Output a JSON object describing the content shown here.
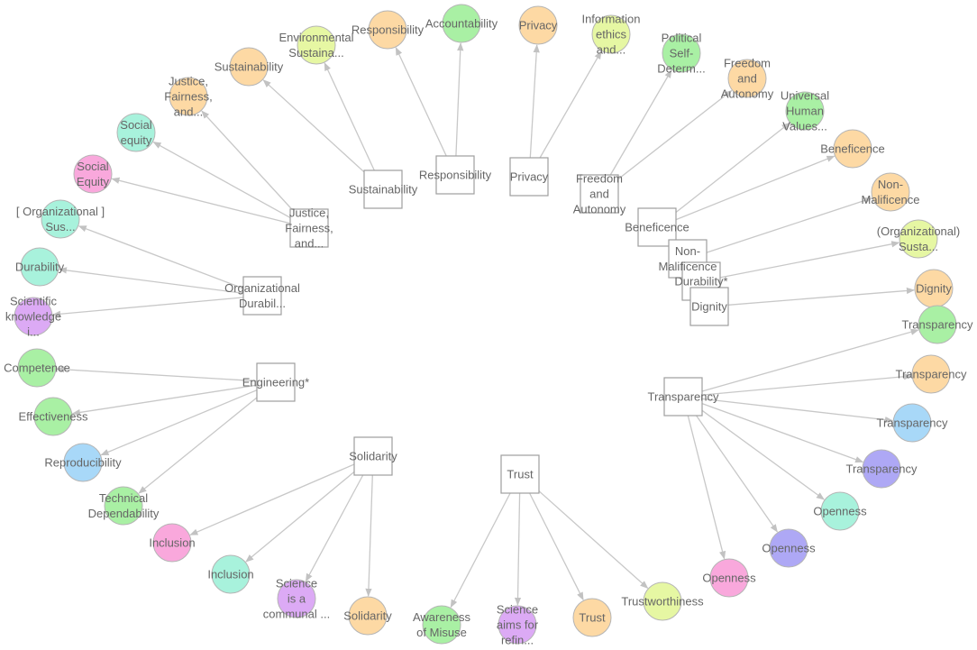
{
  "colors": {
    "orange": "#fdd9a4",
    "green": "#a9f0a4",
    "lime": "#e6f7a3",
    "mint": "#a8f2dc",
    "pink": "#f9a8dc",
    "violet": "#dcaaf5",
    "blue": "#a8d8f8",
    "indigo": "#aea8f5"
  },
  "boxes": [
    {
      "id": "responsibility",
      "label": [
        "Responsibility"
      ]
    },
    {
      "id": "privacy",
      "label": [
        "Privacy"
      ]
    },
    {
      "id": "sustainability",
      "label": [
        "Sustainability"
      ]
    },
    {
      "id": "freedom",
      "label": [
        "Freedom",
        "and",
        "Autonomy"
      ]
    },
    {
      "id": "beneficence",
      "label": [
        "Beneficence"
      ]
    },
    {
      "id": "justice",
      "label": [
        "Justice,",
        "Fairness,",
        "and..."
      ]
    },
    {
      "id": "nonmal",
      "label": [
        "Non-",
        "Malificence"
      ]
    },
    {
      "id": "durability",
      "label": [
        "Durability*"
      ]
    },
    {
      "id": "orgdur",
      "label": [
        "Organizational",
        "Durabil..."
      ]
    },
    {
      "id": "dignity",
      "label": [
        "Dignity"
      ]
    },
    {
      "id": "engineering",
      "label": [
        "Engineering*"
      ]
    },
    {
      "id": "transparency",
      "label": [
        "Transparency"
      ]
    },
    {
      "id": "solidarity",
      "label": [
        "Solidarity"
      ]
    },
    {
      "id": "trust",
      "label": [
        "Trust"
      ]
    }
  ],
  "circles": [
    {
      "id": "c-responsibility",
      "color": "orange",
      "label": [
        "Responsibility"
      ]
    },
    {
      "id": "c-accountability",
      "color": "green",
      "label": [
        "Accountability"
      ]
    },
    {
      "id": "c-privacy",
      "color": "orange",
      "label": [
        "Privacy"
      ]
    },
    {
      "id": "c-infoethics",
      "color": "lime",
      "label": [
        "Information",
        "ethics",
        "and..."
      ]
    },
    {
      "id": "c-political",
      "color": "green",
      "label": [
        "Political",
        "Self-",
        "Determ..."
      ]
    },
    {
      "id": "c-freedom",
      "color": "orange",
      "label": [
        "Freedom",
        "and",
        "Autonomy"
      ]
    },
    {
      "id": "c-universal",
      "color": "green",
      "label": [
        "Universal",
        "Human",
        "Values..."
      ]
    },
    {
      "id": "c-beneficence",
      "color": "orange",
      "label": [
        "Beneficence"
      ]
    },
    {
      "id": "c-nonmal",
      "color": "orange",
      "label": [
        "Non-",
        "Malificence"
      ]
    },
    {
      "id": "c-orgsusta",
      "color": "lime",
      "label": [
        "(Organizational)",
        "Susta..."
      ]
    },
    {
      "id": "c-dignity",
      "color": "orange",
      "label": [
        "Dignity"
      ]
    },
    {
      "id": "c-transp1",
      "color": "green",
      "label": [
        "Transparency"
      ]
    },
    {
      "id": "c-transp2",
      "color": "orange",
      "label": [
        "Transparency"
      ]
    },
    {
      "id": "c-transp3",
      "color": "blue",
      "label": [
        "Transparency"
      ]
    },
    {
      "id": "c-transp4",
      "color": "indigo",
      "label": [
        "Transparency"
      ]
    },
    {
      "id": "c-openness1",
      "color": "mint",
      "label": [
        "Openness"
      ]
    },
    {
      "id": "c-openness2",
      "color": "indigo",
      "label": [
        "Openness"
      ]
    },
    {
      "id": "c-openness3",
      "color": "pink",
      "label": [
        "Openness"
      ]
    },
    {
      "id": "c-trustworthiness",
      "color": "lime",
      "label": [
        "Trustworthiness"
      ]
    },
    {
      "id": "c-trust",
      "color": "orange",
      "label": [
        "Trust"
      ]
    },
    {
      "id": "c-sciencerefin",
      "color": "violet",
      "label": [
        "Science",
        "aims for",
        "refin..."
      ]
    },
    {
      "id": "c-awareness",
      "color": "green",
      "label": [
        "Awareness",
        "of Misuse"
      ]
    },
    {
      "id": "c-solidarity",
      "color": "orange",
      "label": [
        "Solidarity"
      ]
    },
    {
      "id": "c-sciencecomm",
      "color": "violet",
      "label": [
        "Science",
        "is a",
        "communal ..."
      ]
    },
    {
      "id": "c-inclusion1",
      "color": "mint",
      "label": [
        "Inclusion"
      ]
    },
    {
      "id": "c-inclusion2",
      "color": "pink",
      "label": [
        "Inclusion"
      ]
    },
    {
      "id": "c-technical",
      "color": "green",
      "label": [
        "Technical",
        "Dependability"
      ]
    },
    {
      "id": "c-reproducibility",
      "color": "blue",
      "label": [
        "Reproducibility"
      ]
    },
    {
      "id": "c-effectiveness",
      "color": "green",
      "label": [
        "Effectiveness"
      ]
    },
    {
      "id": "c-competence",
      "color": "green",
      "label": [
        "Competence"
      ]
    },
    {
      "id": "c-scientific",
      "color": "violet",
      "label": [
        "Scientific",
        "knowledge",
        "i..."
      ]
    },
    {
      "id": "c-durability",
      "color": "mint",
      "label": [
        "Durability"
      ]
    },
    {
      "id": "c-orgsus2",
      "color": "mint",
      "label": [
        "[ Organizational ]",
        "Sus..."
      ]
    },
    {
      "id": "c-socialequity2",
      "color": "pink",
      "label": [
        "Social",
        "Equity"
      ]
    },
    {
      "id": "c-socialequity1",
      "color": "mint",
      "label": [
        "Social",
        "equity"
      ]
    },
    {
      "id": "c-justice",
      "color": "orange",
      "label": [
        "Justice,",
        "Fairness,",
        "and..."
      ]
    },
    {
      "id": "c-sustainability",
      "color": "orange",
      "label": [
        "Sustainability"
      ]
    },
    {
      "id": "c-environmental",
      "color": "lime",
      "label": [
        "Environmental",
        "Sustaina..."
      ]
    }
  ],
  "edges": [
    [
      "responsibility",
      "c-responsibility"
    ],
    [
      "responsibility",
      "c-accountability"
    ],
    [
      "privacy",
      "c-privacy"
    ],
    [
      "privacy",
      "c-infoethics"
    ],
    [
      "freedom",
      "c-political"
    ],
    [
      "freedom",
      "c-freedom"
    ],
    [
      "beneficence",
      "c-universal"
    ],
    [
      "beneficence",
      "c-beneficence"
    ],
    [
      "nonmal",
      "c-nonmal"
    ],
    [
      "durability",
      "c-orgsusta"
    ],
    [
      "dignity",
      "c-dignity"
    ],
    [
      "transparency",
      "c-transp1"
    ],
    [
      "transparency",
      "c-transp2"
    ],
    [
      "transparency",
      "c-transp3"
    ],
    [
      "transparency",
      "c-transp4"
    ],
    [
      "transparency",
      "c-openness1"
    ],
    [
      "transparency",
      "c-openness2"
    ],
    [
      "transparency",
      "c-openness3"
    ],
    [
      "trust",
      "c-trustworthiness"
    ],
    [
      "trust",
      "c-trust"
    ],
    [
      "trust",
      "c-sciencerefin"
    ],
    [
      "trust",
      "c-awareness"
    ],
    [
      "solidarity",
      "c-solidarity"
    ],
    [
      "solidarity",
      "c-sciencecomm"
    ],
    [
      "solidarity",
      "c-inclusion1"
    ],
    [
      "solidarity",
      "c-inclusion2"
    ],
    [
      "engineering",
      "c-technical"
    ],
    [
      "engineering",
      "c-reproducibility"
    ],
    [
      "engineering",
      "c-effectiveness"
    ],
    [
      "engineering",
      "c-competence"
    ],
    [
      "orgdur",
      "c-scientific"
    ],
    [
      "orgdur",
      "c-durability"
    ],
    [
      "orgdur",
      "c-orgsus2"
    ],
    [
      "justice",
      "c-socialequity2"
    ],
    [
      "justice",
      "c-socialequity1"
    ],
    [
      "justice",
      "c-justice"
    ],
    [
      "sustainability",
      "c-sustainability"
    ],
    [
      "sustainability",
      "c-environmental"
    ]
  ]
}
